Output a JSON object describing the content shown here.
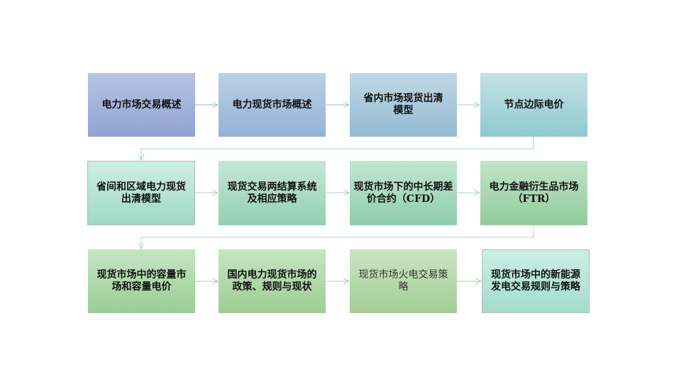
{
  "diagram": {
    "type": "process-flow",
    "rows": [
      {
        "boxes": [
          {
            "label": "电力市场交易概述",
            "gradient": [
              "#b9c3e3",
              "#8fa3d3"
            ]
          },
          {
            "label": "电力现货市场概述",
            "gradient": [
              "#bccfe4",
              "#93b3d6"
            ]
          },
          {
            "label": "省内市场现货出清模型",
            "gradient": [
              "#c1d7e5",
              "#92bbd2"
            ]
          },
          {
            "label": "节点边际电价",
            "gradient": [
              "#c5e1e4",
              "#8fc9d1"
            ]
          }
        ]
      },
      {
        "boxes": [
          {
            "label": "省间和区域电力现货出清模型",
            "gradient": [
              "#cfeee4",
              "#9fd8c4"
            ]
          },
          {
            "label": "现货交易两结算系统及相应策略",
            "gradient": [
              "#c6e6d7",
              "#93cfb5"
            ]
          },
          {
            "label": "现货市场下的中长期差价合约（CFD）",
            "gradient": [
              "#c3e5d0",
              "#8fcdab"
            ]
          },
          {
            "label": "电力金融衍生品市场（FTR）",
            "gradient": [
              "#c2e3c8",
              "#91cc9c"
            ]
          }
        ]
      },
      {
        "boxes": [
          {
            "label": "现货市场中的容量市场和容量电价",
            "gradient": [
              "#c6e4c4",
              "#9acd94"
            ]
          },
          {
            "label": "国内电力现货市场的政策、规则与现状",
            "gradient": [
              "#c7e4c3",
              "#9ccd93"
            ]
          },
          {
            "label": "现货市场火电交易策略",
            "gradient": [
              "#cbe4c4",
              "#a2ce96"
            ]
          },
          {
            "label": "现货市场中的新能源发电交易规则与策略",
            "gradient": [
              "#cdeee4",
              "#a2dccb"
            ]
          }
        ]
      }
    ],
    "connector_colors": {
      "row1": "#9ccfd8",
      "row2": "#a8d9c3",
      "row3": "#a9d3a3"
    }
  }
}
